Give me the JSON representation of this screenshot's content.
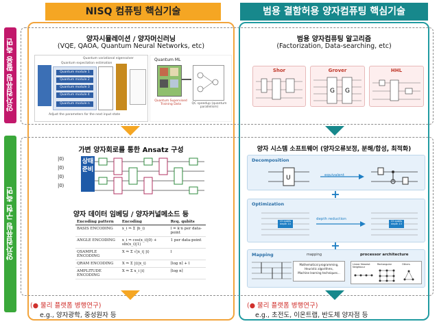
{
  "headers": {
    "left": "NISQ 컴퓨팅 핵심기술",
    "right": "범용 결함허용 양자컴퓨팅 핵심기술"
  },
  "side_labels": {
    "top": "양자컴퓨팅 활용 측면",
    "bottom": "양자컴퓨팅 구현 측면"
  },
  "top_left": {
    "title_line1": "양자시뮬레이션 / 양자머신러닝",
    "title_line2": "(VQE, QAOA, Quantum Neural Networks, etc)",
    "vqe_caption_top": "Quantum variational eigensolver",
    "vqe_caption_inner": "Quantum expectation estimation",
    "modules": [
      "Quantum module 1",
      "Quantum module 2",
      "Quantum module 3",
      "Quantum module 4",
      "Quantum module n"
    ],
    "vqe_footer": "Adjust the parameters for the next input state",
    "qml_title": "Quantum ML",
    "qml_left_caption": "Quantum Supervised Training Data",
    "qml_right_caption": "QC speedup (quantum parallelism)"
  },
  "top_right": {
    "title_line1": "범용 양자컴퓨팅 알고리즘",
    "title_line2": "(Factorization, Data-searching, etc)",
    "algos": [
      "Shor",
      "Grover",
      "HHL"
    ]
  },
  "bottom_left": {
    "title1": "가변 양자회로를 통한 Ansatz 구성",
    "state_prep": "상태준비",
    "kets": [
      "|0⟩",
      "|0⟩",
      "|0⟩",
      "|0⟩"
    ],
    "title2": "양자 데이터 임베딩 / 양자커널메소드 등",
    "table": {
      "headers": [
        "Encoding pattern",
        "Encoding",
        "Req. qubits"
      ],
      "rows": [
        [
          "BASIS ENCODING",
          "x_i ⇒ Σ |b_i⟩",
          "l = k·n per data-point"
        ],
        [
          "ANGLE ENCODING",
          "x_i ⇒ cos(x_i)|0⟩ + sin(x_i)|1⟩",
          "1 per data-point"
        ],
        [
          "QSAMPLE ENCODING",
          "X ⇒ Σ √|x_i| |i⟩",
          "l"
        ],
        [
          "QRAM ENCODING",
          "X ⇒ Σ |i⟩|x_i⟩",
          "⌈log n⌉ + l"
        ],
        [
          "AMPLITUDE ENCODING",
          "X ⇒ Σ x_i |i⟩",
          "⌈log n⌉"
        ]
      ]
    }
  },
  "bottom_right": {
    "title": "양자 시스템 소프트웨어 (양자오류보정, 분해/합성, 최적화)",
    "decomposition": "Decomposition",
    "equivalent": "equivalent",
    "optimization": "Optimization",
    "depth_reduction": "depth reduction",
    "opt_left": "15 qubits depth 14",
    "opt_right": "15 qubits depth 13",
    "mapping": "Mapping",
    "mapping_label": "mapping",
    "mapping_box": [
      "Mathematical programming,",
      "Heuristic algorithms,",
      "Machine learning techniques..."
    ],
    "proc_arch": "processor architecture",
    "arch_names": [
      "Linear Nearest Neighbour",
      "Rectangular",
      "Others"
    ]
  },
  "footer_left": {
    "marker": "(● 물리 플랫폼 병행연구)",
    "text": "e.g., 양자광학, 중성원자 등"
  },
  "footer_right": {
    "marker": "(● 물리 플랫폼 병행연구)",
    "text": "e.g., 초전도, 이온트랩, 반도체 양자점 등"
  },
  "colors": {
    "orange": "#f5a623",
    "teal": "#17888c",
    "magenta": "#c2186b",
    "green": "#3aa83a",
    "red": "#d0312d"
  }
}
